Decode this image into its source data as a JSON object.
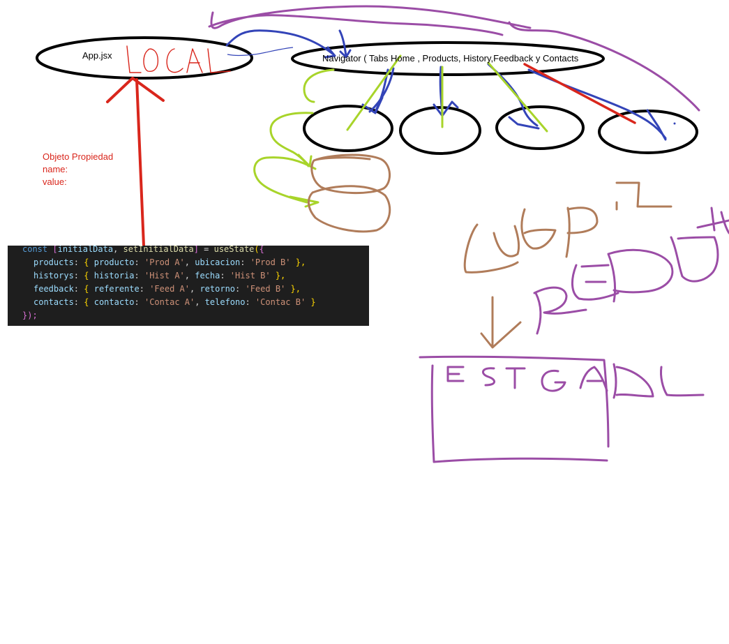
{
  "nodes": {
    "app": "App.jsx",
    "navigator": "Navigator ( Tabs Home , Products, History,Feedback y Contacts"
  },
  "handwriting": {
    "local": "LOCAL",
    "useReducer": "USE REDU",
    "estado": "ESTADO"
  },
  "note": {
    "title": "Objeto Propiedad",
    "name": "name:",
    "value": "value:"
  },
  "code": {
    "line1": {
      "kw": "const",
      "open": "[",
      "v1": "initialData",
      "comma": ", ",
      "v2": "setInitialData",
      "close": "]",
      "eq": " = ",
      "fn": "useState",
      "paren": "(",
      "brace": "{"
    },
    "rows": [
      {
        "key": "products",
        "k1": "producto",
        "v1": "'Prod A'",
        "k2": "ubicacion",
        "v2": "'Prod B'",
        "end": " },"
      },
      {
        "key": "historys",
        "k1": "historia",
        "v1": "'Hist A'",
        "k2": "fecha",
        "v2": "'Hist B'",
        "end": " },"
      },
      {
        "key": "feedback",
        "k1": "referente",
        "v1": "'Feed A'",
        "k2": "retorno",
        "v2": "'Feed B'",
        "end": " },"
      },
      {
        "key": "contacts",
        "k1": "contacto",
        "v1": "'Contac A'",
        "k2": "telefono",
        "v2": "'Contac B'",
        "end": " }"
      }
    ],
    "closing": "});"
  },
  "colors": {
    "purple": "#9b4da6",
    "blue": "#3344b8",
    "green": "#a8d42a",
    "red": "#d9261c",
    "brown": "#b07c5a",
    "black": "#000000"
  }
}
